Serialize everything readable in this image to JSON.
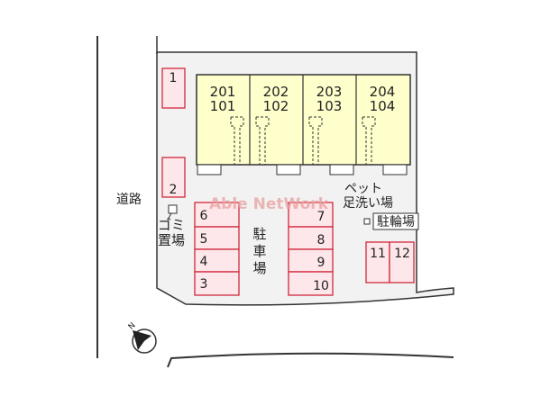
{
  "road_label": "道路",
  "watermark": "Able NetWork",
  "units": [
    {
      "upper": "201",
      "lower": "101"
    },
    {
      "upper": "202",
      "lower": "102"
    },
    {
      "upper": "203",
      "lower": "103"
    },
    {
      "upper": "204",
      "lower": "104"
    }
  ],
  "parking_label": "駐車場",
  "garbage_label": "ゴミ置場",
  "pet_wash_label_top": "ペット",
  "pet_wash_label_bottom": "足洗い場",
  "bike_parking_label": "駐輪場",
  "north_label": "N",
  "parking_spaces": {
    "s1": "1",
    "s2": "2",
    "s3": "3",
    "s4": "4",
    "s5": "5",
    "s6": "6",
    "s7": "7",
    "s8": "8",
    "s9": "9",
    "s10": "10",
    "s11": "11",
    "s12": "12"
  },
  "colors": {
    "building_fill": "#ffffcc",
    "parking_fill": "#fde7ea",
    "parking_stroke": "#d0283c",
    "site_fill": "#f2f2f2",
    "watermark": "#e8a0a0"
  }
}
